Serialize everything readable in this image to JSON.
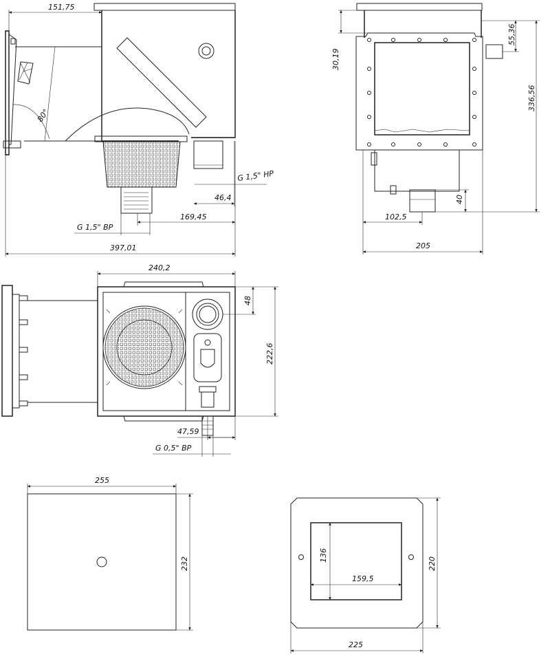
{
  "dimensions": {
    "side": {
      "top_offset": "151,75",
      "angle": "80°",
      "outlet_thread": "G 1,5\" НР",
      "outlet_offset": "46,4",
      "basket_outlet_thread": "G 1,5\" ВР",
      "outlet_distance": "169,45",
      "overall_length": "397,01"
    },
    "front": {
      "top_gap": "30,19",
      "outlet_height": "55,36",
      "overall_height": "336,56",
      "bottom_outlet_height": "40",
      "outlet_offset": "102,5",
      "width": "205"
    },
    "plan": {
      "width": "240,2",
      "skimmer_pipe_offset": "48",
      "depth": "222,6",
      "drain_offset": "47,59",
      "drain_thread": "G 0,5\" ВР"
    },
    "lid": {
      "width": "255",
      "height": "232"
    },
    "faceplate": {
      "opening_height": "136",
      "opening_width": "159,5",
      "height": "220",
      "width": "225"
    }
  }
}
